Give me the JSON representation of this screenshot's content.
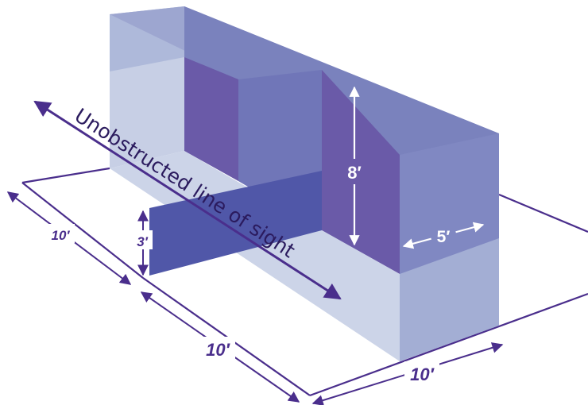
{
  "colors": {
    "line": "#4a2e8c",
    "volume_light": "#c7cfe5",
    "volume_light_top": "#a6b3d6",
    "volume_mid": "#7a82bd",
    "volume_dark": "#6a5aa8",
    "wall": "#5057a8",
    "label_dark": "#4a2e8c",
    "label_white": "#ffffff"
  },
  "labels": {
    "sight_line": "Unobstructed line of sight",
    "height": "8′",
    "depth": "5′",
    "wall_height": "3′",
    "side_left_upper": "10′",
    "side_left_lower": "10′",
    "side_front": "10′"
  }
}
